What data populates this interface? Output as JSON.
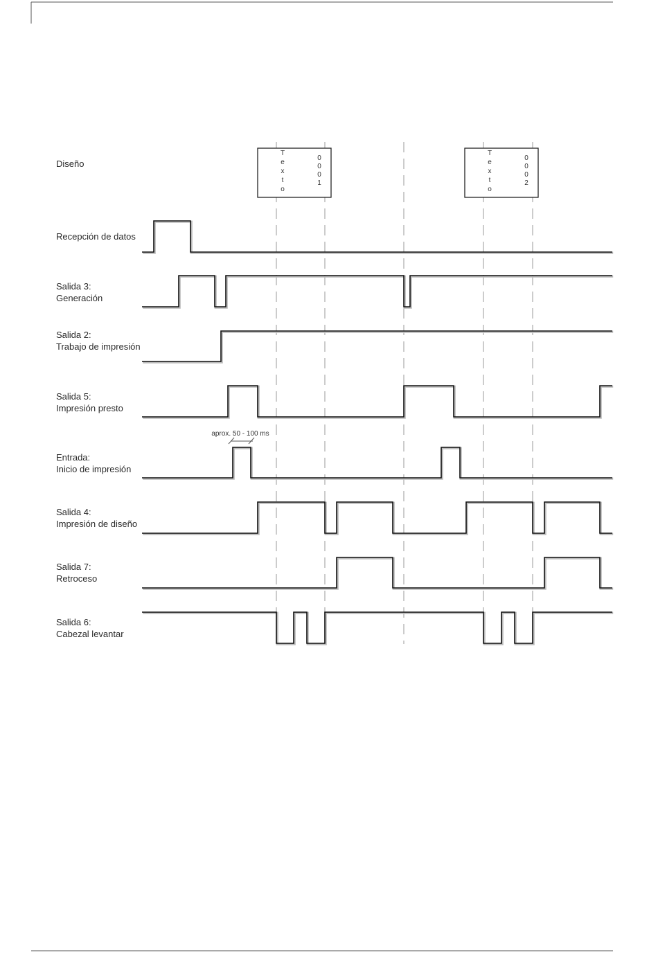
{
  "signals": [
    {
      "id": "diseno",
      "label_lines": [
        "Diseño"
      ]
    },
    {
      "id": "recepcion",
      "label_lines": [
        "Recepción de datos"
      ]
    },
    {
      "id": "salida3",
      "label_lines": [
        "Salida 3:",
        "Generación"
      ]
    },
    {
      "id": "salida2",
      "label_lines": [
        "Salida 2:",
        "Trabajo de impresión"
      ]
    },
    {
      "id": "salida5",
      "label_lines": [
        "Salida 5:",
        "Impresión presto"
      ]
    },
    {
      "id": "entrada",
      "label_lines": [
        "Entrada:",
        "Inicio de impresión"
      ]
    },
    {
      "id": "salida4",
      "label_lines": [
        "Salida 4:",
        "Impresión de diseño"
      ]
    },
    {
      "id": "salida7",
      "label_lines": [
        "Salida 7:",
        "Retroceso"
      ]
    },
    {
      "id": "salida6",
      "label_lines": [
        "Salida 6:",
        "Cabezal levantar"
      ]
    }
  ],
  "design_boxes": [
    {
      "text_chars": [
        "T",
        "e",
        "x",
        "t",
        "o"
      ],
      "number_chars": [
        "0",
        "0",
        "0",
        "1"
      ]
    },
    {
      "text_chars": [
        "T",
        "e",
        "x",
        "t",
        "o"
      ],
      "number_chars": [
        "0",
        "0",
        "0",
        "2"
      ]
    }
  ],
  "annotation": {
    "label": "aprox. 50 - 100 ms"
  }
}
